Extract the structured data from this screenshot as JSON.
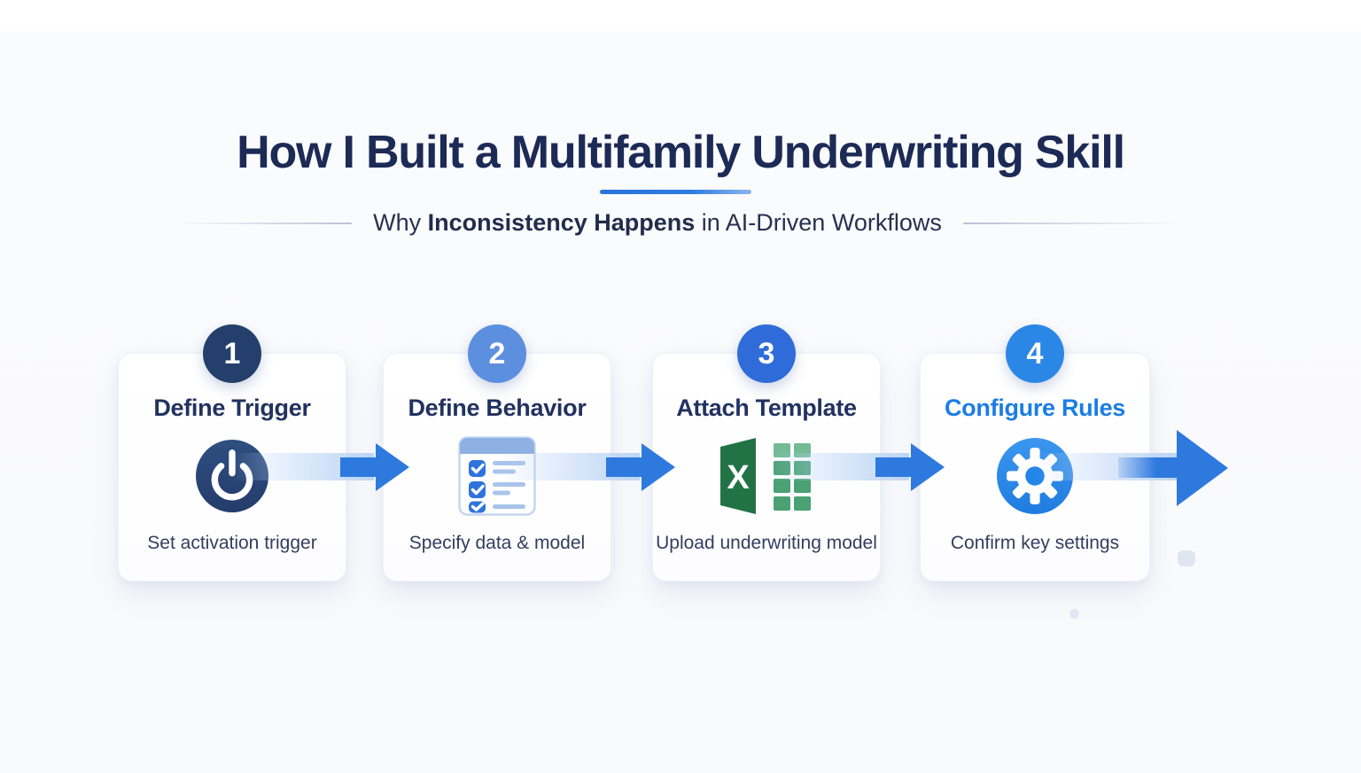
{
  "header": {
    "title": "How I Built a Multifamily Underwriting Skill",
    "subtitle_prefix": "Why ",
    "subtitle_bold": "Inconsistency Happens",
    "subtitle_suffix": " in AI-Driven Workflows"
  },
  "steps": [
    {
      "number": "1",
      "title": "Define Trigger",
      "description": "Set activation trigger",
      "badge_color": "#253f6d",
      "title_color": "#22325f",
      "icon": "power-icon"
    },
    {
      "number": "2",
      "title": "Define Behavior",
      "description": "Specify data & model",
      "badge_color": "#5d8fdf",
      "title_color": "#22325f",
      "icon": "checklist-icon"
    },
    {
      "number": "3",
      "title": "Attach Template",
      "description": "Upload underwriting model",
      "badge_color": "#2f6cd9",
      "title_color": "#22325f",
      "icon": "excel-icon"
    },
    {
      "number": "4",
      "title": "Configure Rules",
      "description": "Confirm key settings",
      "badge_color": "#2b87e5",
      "title_color": "#1b7de4",
      "icon": "gear-icon"
    }
  ],
  "colors": {
    "background": "#fafbfd",
    "accent_underline": "#2e7ce2",
    "arrow_blue": "#2e79de",
    "title_navy": "#1c2a56",
    "excel_green": "#217346",
    "badge_navy": "#253f6d",
    "badge_light_blue": "#5d8fdf",
    "badge_royal_blue": "#2f6cd9",
    "badge_azure": "#2b87e5"
  }
}
